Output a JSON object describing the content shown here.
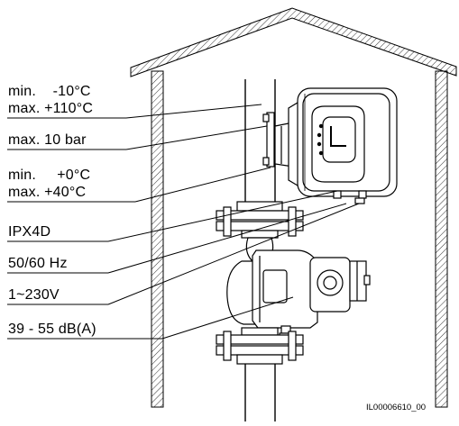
{
  "labels": {
    "temp_medium_min": "min.    -10°C",
    "temp_medium_max": "max. +110°C",
    "pressure": "max. 10 bar",
    "temp_ambient_min": "min.     +0°C",
    "temp_ambient_max": "max. +40°C",
    "protection": "IPX4D",
    "frequency": "50/60 Hz",
    "voltage": "1~230V",
    "noise": "39 - 55 dB(A)"
  },
  "drawing_code": "IL00006610_00",
  "colors": {
    "line": "#000000",
    "background": "#ffffff",
    "pipe_fill": "#ffffff"
  }
}
